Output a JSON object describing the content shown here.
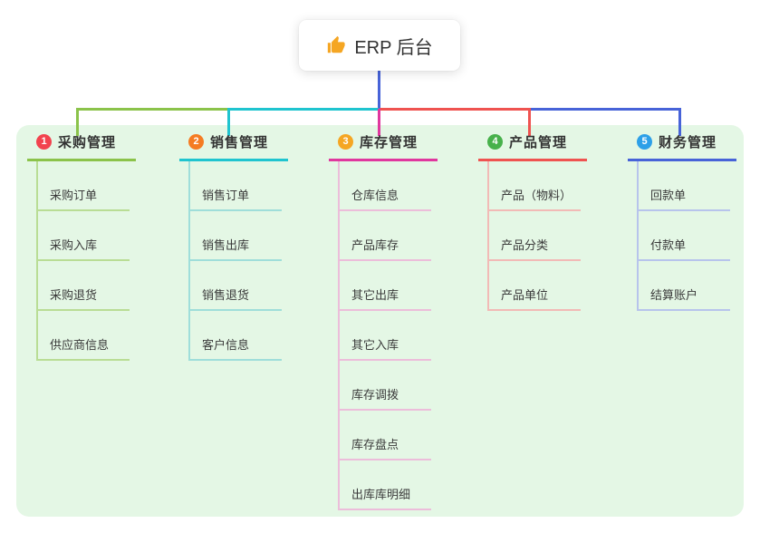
{
  "root": {
    "title": "ERP 后台",
    "icon": "thumbs-up-icon",
    "icon_color": "#f5a623"
  },
  "colors": {
    "background_panel": "#e4f7e5",
    "root_connector": "#4763d8",
    "branch_lines": [
      "#8bc34a",
      "#1fc4cf",
      "#e0379e",
      "#ef5350",
      "#4763d8"
    ],
    "badge_colors": [
      "#f2434e",
      "#f57c22",
      "#f5a623",
      "#47b14b",
      "#2da0e8"
    ]
  },
  "branches": [
    {
      "number": "1",
      "label": "采购管理",
      "line_color": "#8bc34a",
      "badge_color": "#f2434e",
      "children": [
        "采购订单",
        "采购入库",
        "采购退货",
        "供应商信息"
      ]
    },
    {
      "number": "2",
      "label": "销售管理",
      "line_color": "#1fc4cf",
      "badge_color": "#f57c22",
      "children": [
        "销售订单",
        "销售出库",
        "销售退货",
        "客户信息"
      ]
    },
    {
      "number": "3",
      "label": "库存管理",
      "line_color": "#e0379e",
      "badge_color": "#f5a623",
      "children": [
        "仓库信息",
        "产品库存",
        "其它出库",
        "其它入库",
        "库存调拨",
        "库存盘点",
        "出库库明细"
      ]
    },
    {
      "number": "4",
      "label": "产品管理",
      "line_color": "#ef5350",
      "badge_color": "#47b14b",
      "children": [
        "产品（物料）",
        "产品分类",
        "产品单位"
      ]
    },
    {
      "number": "5",
      "label": "财务管理",
      "line_color": "#4763d8",
      "badge_color": "#2da0e8",
      "children": [
        "回款单",
        "付款单",
        "结算账户"
      ]
    }
  ]
}
